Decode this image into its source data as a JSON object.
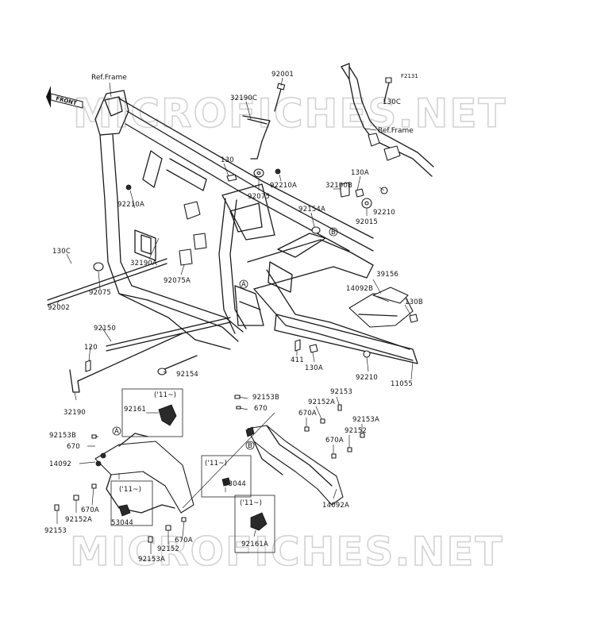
{
  "diagram": {
    "figure_code": "F2131",
    "watermark_text": "MICROFICHES.NET",
    "front_arrow_label": "FRONT",
    "ref_frame_label": "Ref.Frame",
    "year_marker": "('11~)",
    "callouts": [
      "A",
      "B"
    ],
    "part_labels": [
      "92001",
      "32190C",
      "130",
      "92210A",
      "92075",
      "130A",
      "32190B",
      "92210",
      "92154A",
      "92015",
      "130C",
      "32190A",
      "92075A",
      "92002",
      "92150",
      "120",
      "92154",
      "411",
      "39156",
      "14092B",
      "130B",
      "92210",
      "11055",
      "32190",
      "92161",
      "92153B",
      "670",
      "92152A",
      "92153",
      "670A",
      "92153A",
      "92152",
      "14092",
      "53044",
      "14092A",
      "92161A"
    ]
  }
}
